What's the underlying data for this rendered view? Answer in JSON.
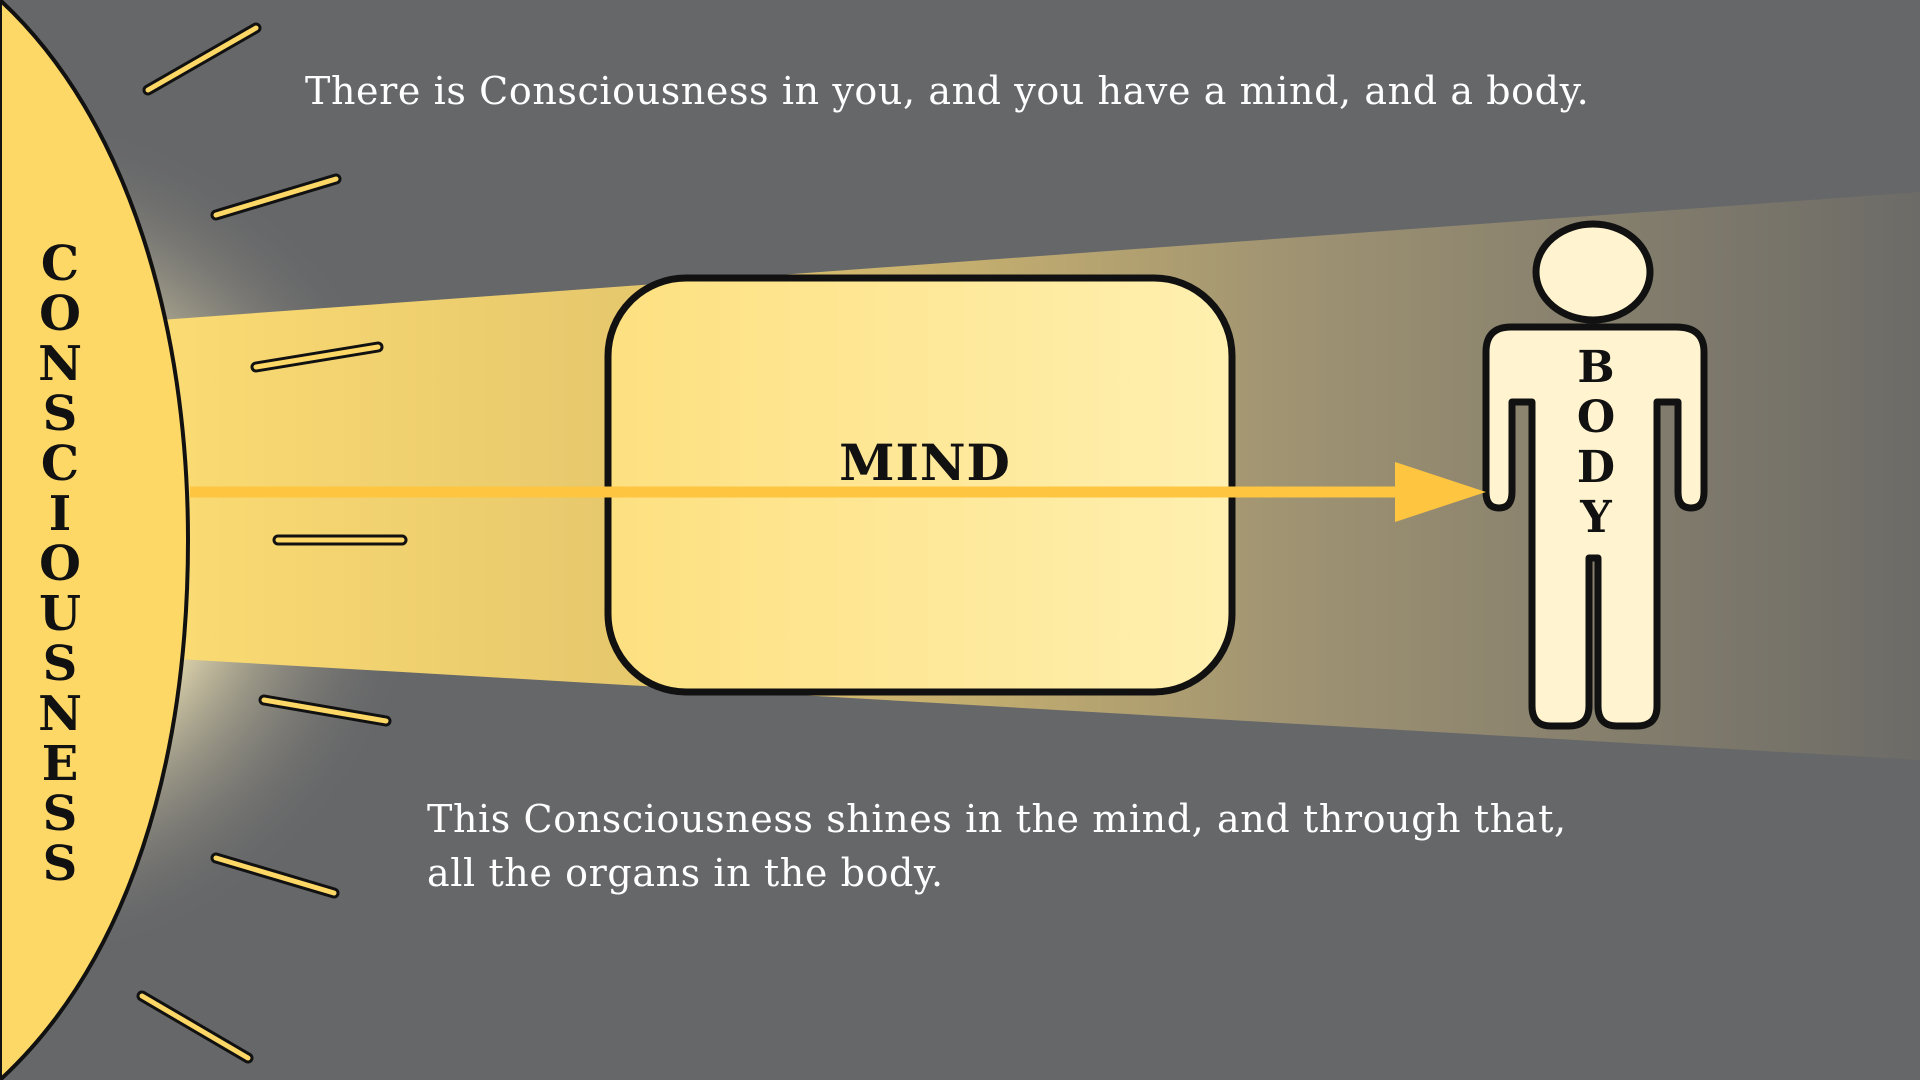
{
  "top_caption": "There is Consciousness in you, and you have a mind, and a body.",
  "bottom_caption": {
    "line1": "This Consciousness shines in the mind, and through that,",
    "line2": "all the organs in the body."
  },
  "consciousness_label": "CONSCIOUSNESS",
  "mind_label": "MIND",
  "body_label": "BODY",
  "colors": {
    "background": "#666769",
    "sun": "#FDD866",
    "beam": "#F5D36A",
    "mind_box": "#FFE590",
    "body_figure": "#FFF4CF",
    "arrow": "#FDC540",
    "outline": "#111111",
    "caption_text": "#ffffff"
  }
}
